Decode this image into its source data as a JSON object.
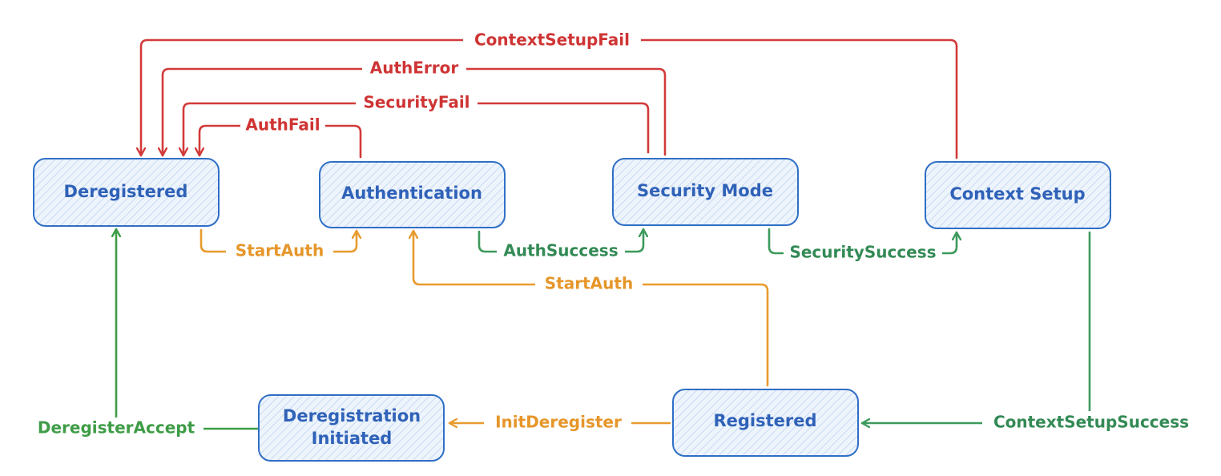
{
  "nodes": {
    "deregistered": "Deregistered",
    "authentication": "Authentication",
    "security_mode": "Security Mode",
    "context_setup": "Context Setup",
    "registered": "Registered",
    "deregistration_initiated_line1": "Deregistration",
    "deregistration_initiated_line2": "Initiated"
  },
  "edges": {
    "context_setup_fail": "ContextSetupFail",
    "auth_error": "AuthError",
    "security_fail": "SecurityFail",
    "auth_fail": "AuthFail",
    "start_auth_1": "StartAuth",
    "auth_success": "AuthSuccess",
    "security_success": "SecuritySuccess",
    "start_auth_2": "StartAuth",
    "init_deregister": "InitDeregister",
    "context_setup_success": "ContextSetupSuccess",
    "deregister_accept": "DeregisterAccept"
  },
  "colors": {
    "node_stroke": "#2f6fc6",
    "node_text": "#2f62b8",
    "failure": "#d23a3a",
    "start": "#e89b2e",
    "success": "#3d9a5c"
  }
}
